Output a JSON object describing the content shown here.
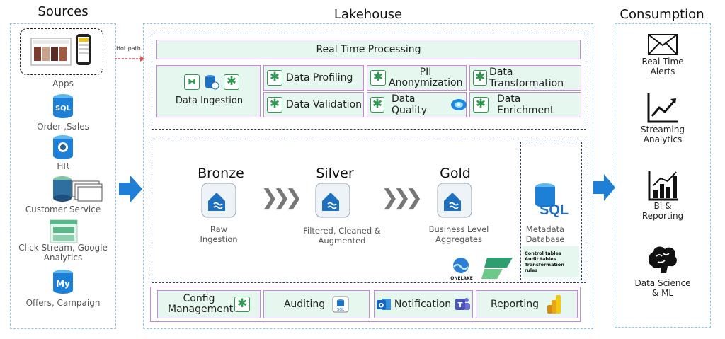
{
  "sources": {
    "heading": "Sources",
    "hot_path_label": "Hot path",
    "items": [
      {
        "label": "Apps",
        "icon": "apps-screenshot-icon"
      },
      {
        "label": "Order ,Sales",
        "icon": "sql-database-icon"
      },
      {
        "label": "HR",
        "icon": "postgresql-icon"
      },
      {
        "label": "Customer Service",
        "icon": "file-stack-icon"
      },
      {
        "label": "Click Stream, Google Analytics",
        "icon": "web-page-icon"
      },
      {
        "label": "Offers, Campaign",
        "icon": "mysql-icon"
      }
    ]
  },
  "lakehouse": {
    "heading": "Lakehouse",
    "realtime": {
      "title": "Real Time Processing",
      "ingestion_label": "Data Ingestion",
      "steps": [
        {
          "label": "Data Profiling"
        },
        {
          "label": "PII Anonymization"
        },
        {
          "label": "Data Transformation"
        },
        {
          "label": "Data Validation"
        },
        {
          "label": "Data Quality"
        },
        {
          "label": "Data Enrichment"
        }
      ]
    },
    "medallion": {
      "bronze": {
        "title": "Bronze",
        "caption": "Raw Ingestion"
      },
      "silver": {
        "title": "Silver",
        "caption": "Filtered, Cleaned & Augmented"
      },
      "gold": {
        "title": "Gold",
        "caption": "Business Level Aggregates"
      },
      "onelake_label": "ONELAKE"
    },
    "metadata": {
      "sql_badge": "SQL",
      "title": "Metadata Database",
      "notes": [
        "Control tables",
        "Audit tables",
        "Transformation rules"
      ]
    },
    "footer": [
      {
        "label": "Config Management"
      },
      {
        "label": "Auditing"
      },
      {
        "label": "Notification"
      },
      {
        "label": "Reporting"
      }
    ]
  },
  "consumption": {
    "heading": "Consumption",
    "items": [
      {
        "label": "Real Time Alerts",
        "icon": "envelope-icon"
      },
      {
        "label": "Streaming Analytics",
        "icon": "line-chart-icon"
      },
      {
        "label": "BI & Reporting",
        "icon": "bar-chart-icon"
      },
      {
        "label": "Data Science & ML",
        "icon": "brain-icon"
      }
    ]
  },
  "colors": {
    "arrow": "#1f7fd6",
    "green": "#2e9a52",
    "dashed_blue": "#8ec7ec",
    "dashed_navy": "#2b3f6e"
  }
}
